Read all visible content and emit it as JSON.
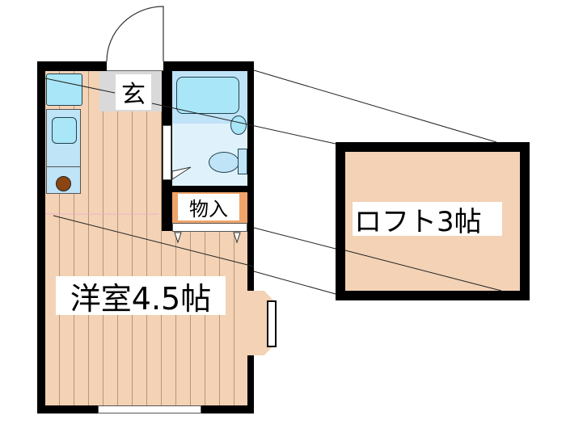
{
  "floor_plan": {
    "rooms": {
      "entrance": {
        "label": "玄"
      },
      "storage": {
        "label": "物入"
      },
      "western_room": {
        "label": "洋室4.5帖"
      },
      "loft": {
        "label": "ロフト3帖"
      }
    },
    "colors": {
      "wall": "#000000",
      "floor": "#f3d2b5",
      "entrance_floor": "#d9d9d9",
      "bath": "#bfe3f7",
      "fixture": "#a9e6f7",
      "storage": "#f0a46a",
      "stove": "#8b4513"
    }
  }
}
